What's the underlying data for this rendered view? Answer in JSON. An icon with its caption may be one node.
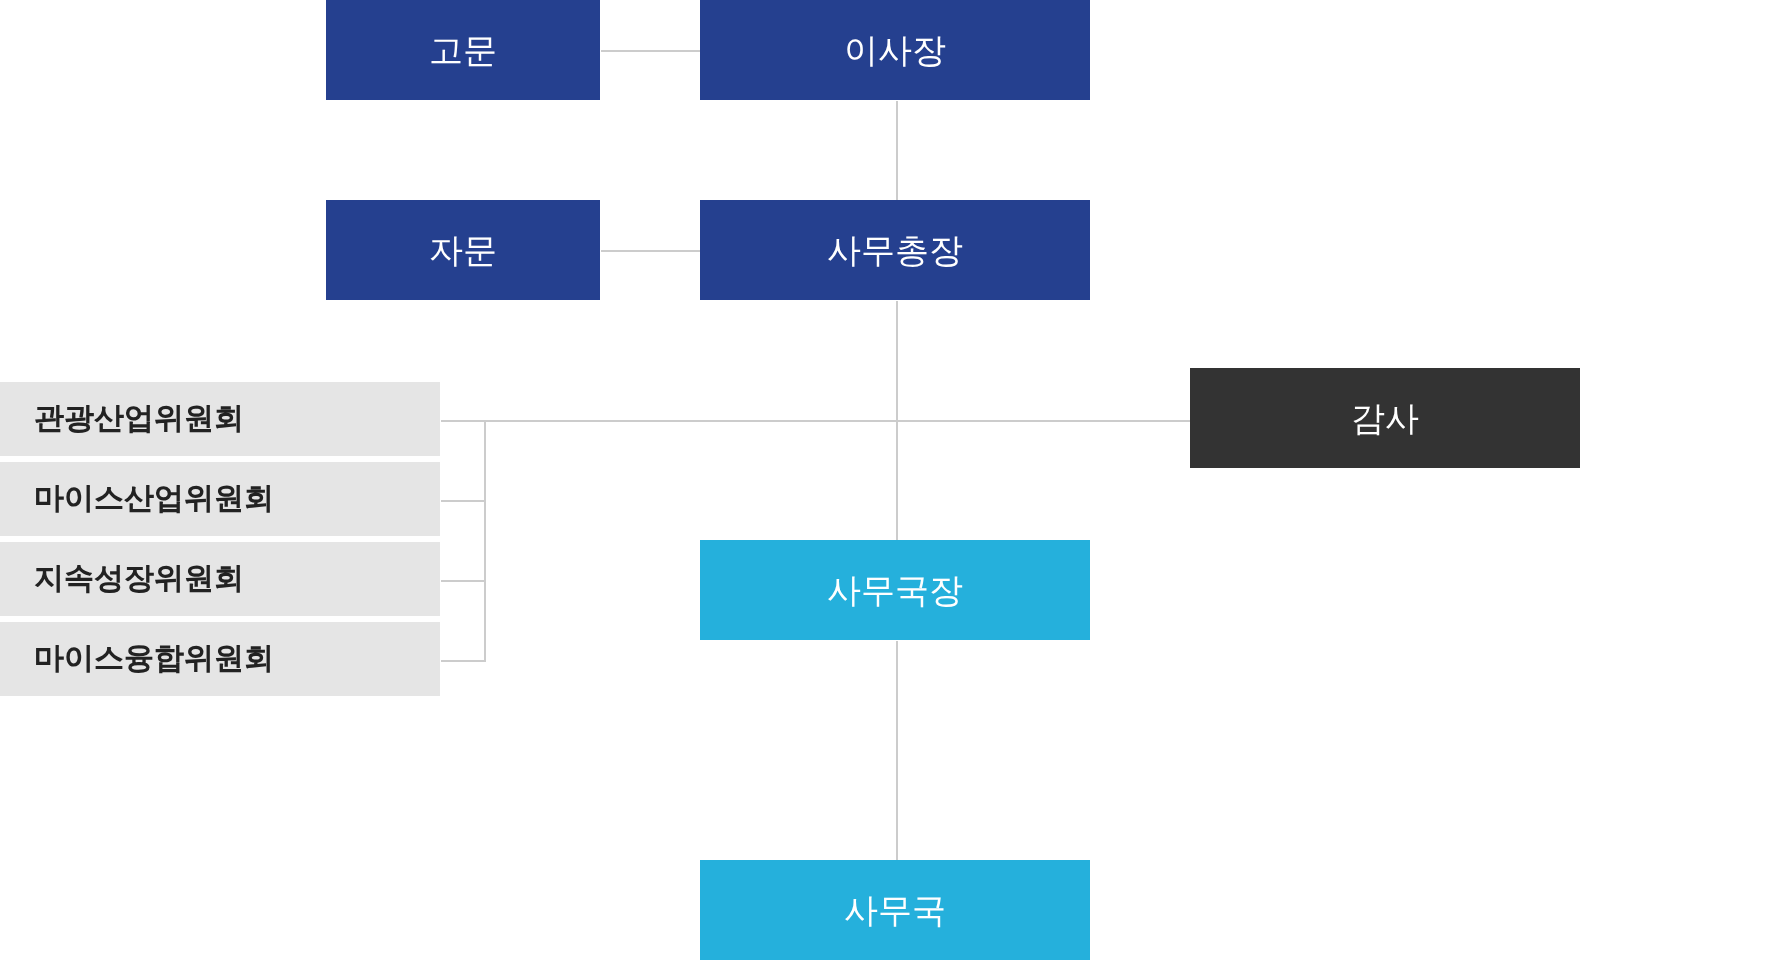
{
  "diagram": {
    "nodes": [
      {
        "text": [
          "이사장"
        ]
      },
      {
        "text": [
          "고문"
        ]
      },
      {
        "text": [
          "사무총장"
        ]
      },
      {
        "text": [
          "자문"
        ]
      },
      {
        "text": [
          "관광산업위원회"
        ]
      },
      {
        "text": [
          "마이스산업위원회"
        ]
      },
      {
        "text": [
          "지속성장위원회"
        ]
      },
      {
        "text": [
          "마이스융합위원회"
        ]
      },
      {
        "text": [
          "감사"
        ]
      },
      {
        "text": [
          "사무국장"
        ]
      },
      {
        "text": [
          "사무국"
        ]
      }
    ],
    "edges": [
      {
        "from": 1,
        "to": 0,
        "arrow": "none"
      },
      {
        "from": 0,
        "to": 2,
        "arrow": "none"
      },
      {
        "from": 3,
        "to": 2,
        "arrow": "none"
      },
      {
        "from": 2,
        "to": 4,
        "arrow": "none"
      },
      {
        "from": 2,
        "to": 5,
        "arrow": "none"
      },
      {
        "from": 2,
        "to": 6,
        "arrow": "none"
      },
      {
        "from": 2,
        "to": 7,
        "arrow": "none"
      },
      {
        "from": 2,
        "to": 8,
        "arrow": "none"
      },
      {
        "from": 2,
        "to": 9,
        "arrow": "none"
      },
      {
        "from": 9,
        "to": 10,
        "arrow": "none"
      }
    ]
  }
}
